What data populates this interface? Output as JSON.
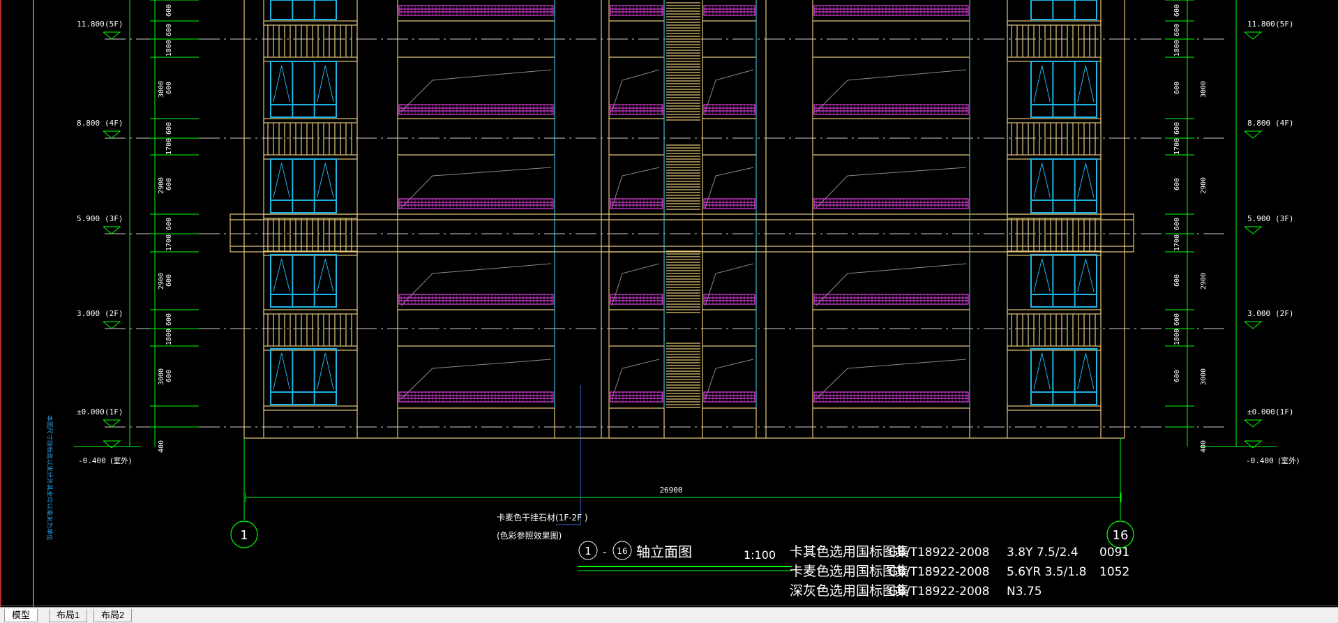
{
  "drawing": {
    "levels_left": [
      {
        "elev": "11.800",
        "floor": "(5F)"
      },
      {
        "elev": "8.800",
        "floor": "(4F)"
      },
      {
        "elev": "5.900",
        "floor": "(3F)"
      },
      {
        "elev": "3.000",
        "floor": "(2F)"
      },
      {
        "elev": "±0.000",
        "floor": "(1F)"
      }
    ],
    "levels_right": [
      {
        "elev": "11.800",
        "floor": "(5F)"
      },
      {
        "elev": "8.800",
        "floor": "(4F)"
      },
      {
        "elev": "5.900",
        "floor": "(3F)"
      },
      {
        "elev": "3.000",
        "floor": "(2F)"
      },
      {
        "elev": "±0.000",
        "floor": "(1F)"
      }
    ],
    "ground_left": {
      "elev": "-0.400",
      "note": "(室外)"
    },
    "ground_right": {
      "elev": "-0.400",
      "note": "(室外)"
    },
    "dims_left_inner": [
      "600",
      "600",
      "1800",
      "600",
      "600",
      "1700",
      "600",
      "600",
      "1700",
      "600",
      "600",
      "1800",
      "600"
    ],
    "dims_left_outer": [
      "3000",
      "2900",
      "2900",
      "3000",
      "400"
    ],
    "dims_right_inner": [
      "600",
      "600",
      "1800",
      "600",
      "600",
      "1700",
      "600",
      "600",
      "1700",
      "600",
      "600",
      "1800",
      "600"
    ],
    "dims_right_outer": [
      "3000",
      "2900",
      "2900",
      "3000",
      "400"
    ],
    "overall_width": "26900",
    "axis_start": "1",
    "axis_end": "16",
    "note_line1": "卡麦色干挂石材(1F-2F  )",
    "note_line2": "(色彩参照效果图)",
    "vertical_note": "本图尺寸除标高以米计外其余均以毫米为单位",
    "title": "轴立面图",
    "title_start": "1",
    "title_dash": "-",
    "title_end": "16",
    "scale": "1:100",
    "color_legend": [
      {
        "name": "卡其色选用国标图集",
        "std": "GB/T18922-2008",
        "code": "3.8Y  7.5/2.4",
        "num": "0091"
      },
      {
        "name": "卡麦色选用国标图集",
        "std": "GB/T18922-2008",
        "code": "5.6YR  3.5/1.8",
        "num": "1052"
      },
      {
        "name": "深灰色选用国标图集",
        "std": "GB/T18922-2008",
        "code": "N3.75",
        "num": ""
      }
    ]
  },
  "tabs": [
    {
      "label": "模型",
      "active": true
    },
    {
      "label": "布局1",
      "active": false
    },
    {
      "label": "布局2",
      "active": false
    }
  ],
  "colors": {
    "background": "#000000",
    "building": "#e6c87a",
    "window": "#1fb4e6",
    "railing": "#e040e0",
    "dimension": "#00ff00",
    "axis": "#ffffff",
    "text": "#ffffff"
  }
}
